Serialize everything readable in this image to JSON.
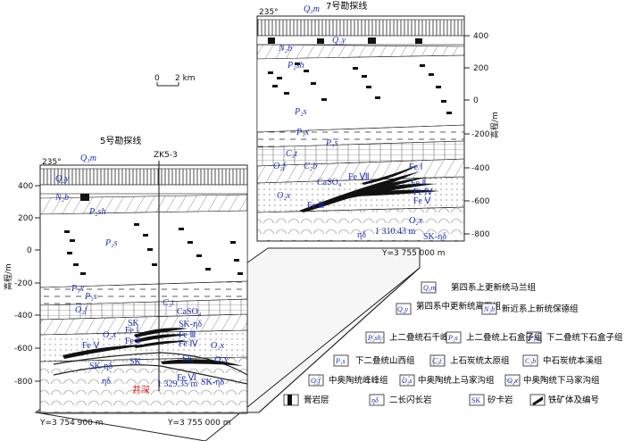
{
  "scale": {
    "zero": "0",
    "two_km": "2 km"
  },
  "section7": {
    "title": "7号勘探线",
    "azimuth": "235°",
    "elev_label": "高程/m",
    "ticks": [
      "400",
      "200",
      "0",
      "-200",
      "-400",
      "-600",
      "-800"
    ],
    "y_label": "Y=3 755 000 m",
    "labels": {
      "Q3m": "Q₃m",
      "Q2y": "Q₂y",
      "N2b": "N₂b",
      "P2sh": "P₂sh",
      "P2s": "P₂s",
      "P1x": "P₁x",
      "P1s": "P₁s",
      "O2f": "O₂f",
      "C2b": "C₂b",
      "O2x": "O₂x",
      "CaSO4": "CaSO₄",
      "eta_delta": "ηδ",
      "depth": "1 310.43 m",
      "skn": "SK-ηδ",
      "FeI": "Fe Ⅰ",
      "FeII": "Fe Ⅱ",
      "FeIII": "Fe Ⅲ",
      "FeIV": "Fe Ⅳ",
      "FeV": "Fe Ⅴ",
      "FeVII": "Fe Ⅶ",
      "C3t": "C₃t"
    }
  },
  "section5": {
    "title": "5号勘探线",
    "azimuth": "235°",
    "borehole": "ZK5-3",
    "elev_label": "高程/m",
    "ticks": [
      "400",
      "200",
      "0",
      "-200",
      "-400",
      "-600",
      "-800"
    ],
    "y_left": "Y=3 754 900 m",
    "y_right": "Y=3 755 000 m",
    "well": "井深",
    "depth": "1 329.35 m",
    "labels": {
      "Q3m": "Q₃m",
      "Q2y": "Q₂y",
      "N2b": "N₂b",
      "P2sh": "P₂sh",
      "P2s": "P₂s",
      "P1x": "P₁x",
      "P1s": "P₁s",
      "O2f": "O₂f",
      "O2x": "O₂x",
      "C3t": "C₃t",
      "CaSO4": "CaSO₄",
      "sk_eta": "SK-ηδ",
      "sk": "SK",
      "eta_delta": "ηδ",
      "FeI": "Fe Ⅰ",
      "FeII": "Fe Ⅱ",
      "FeIII": "Fe Ⅲ",
      "FeIV": "Fe Ⅳ",
      "FeV": "Fe Ⅴ",
      "FeVI": "Fe Ⅵ"
    }
  },
  "legend": [
    {
      "code": "Q₃m",
      "text": "第四系上更新统马兰组"
    },
    {
      "code": "Q₂y",
      "text": "第四系中更新统离石组"
    },
    {
      "code": "N₂b",
      "text": "新近系上新统保德组"
    },
    {
      "code": "P₂sh",
      "text": "上二叠统石千峰组"
    },
    {
      "code": "P₂s",
      "text": "上二叠统上石盒子组"
    },
    {
      "code": "P₁x",
      "text": "下二叠统下石盒子组"
    },
    {
      "code": "P₁s",
      "text": "下二叠统山西组"
    },
    {
      "code": "C₃t",
      "text": "上石炭统太原组"
    },
    {
      "code": "C₂b",
      "text": "中石炭统本溪组"
    },
    {
      "code": "O₂f",
      "text": "中奥陶统峰峰组"
    },
    {
      "code": "O₂s",
      "text": "中奥陶统上马家沟组"
    },
    {
      "code": "O₂x",
      "text": "中奥陶统下马家沟组"
    },
    {
      "code": "",
      "text": "膏岩层"
    },
    {
      "code": "ηδ",
      "text": "二长闪长岩"
    },
    {
      "code": "SK",
      "text": "矽卡岩"
    },
    {
      "code": "",
      "text": "铁矿体及编号"
    }
  ]
}
